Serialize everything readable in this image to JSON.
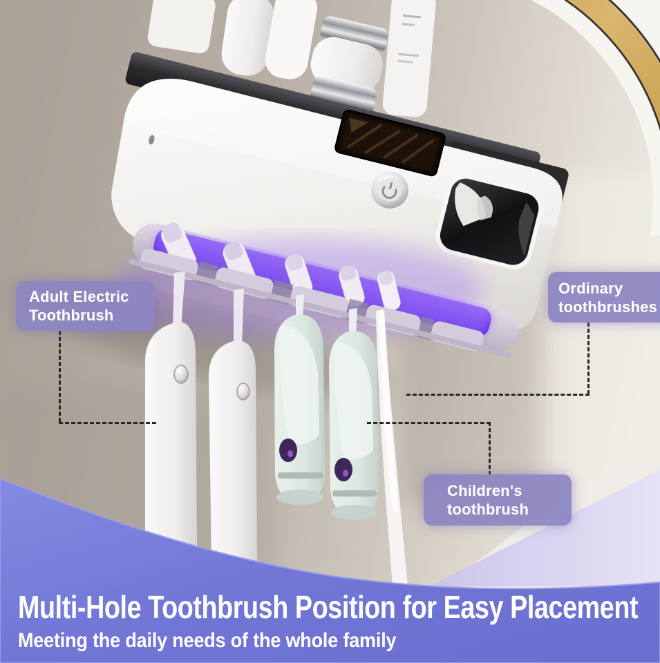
{
  "annotations": {
    "adult_label": {
      "line1": "Adult Electric",
      "line2": "Toothbrush"
    },
    "ordinary_label": {
      "line1": "Ordinary",
      "line2": "toothbrushes"
    },
    "children_label": {
      "line1": "Children's",
      "line2": "toothbrush"
    }
  },
  "banner": {
    "title": "Multi-Hole Toothbrush Position for Easy Placement",
    "subtitle": "Meeting the daily needs of the whole family"
  },
  "icons": {
    "power_button": "power-icon"
  },
  "colors": {
    "banner_bg": "#7176d5",
    "banner_text": "#ffffff",
    "label_bg": "#8c85c1",
    "label_text": "#ffffff",
    "connector_line": "#262626",
    "uv_glow": "#7a3df2",
    "mirror_gold": "#c49a4e",
    "wall_left": "#b0a79d",
    "wall_right": "#e7e3dc",
    "device_body": "#f2f0ed",
    "device_rim": "#2f2f31",
    "children_brush": "#dde8e2",
    "adult_brush": "#f0eeee"
  }
}
